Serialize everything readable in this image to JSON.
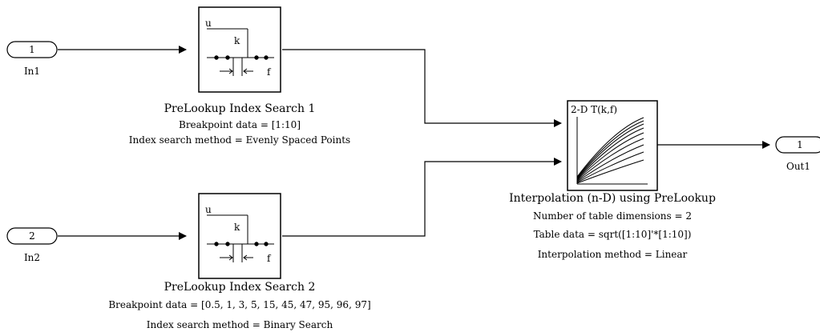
{
  "inports": [
    {
      "number": "1",
      "name": "In1"
    },
    {
      "number": "2",
      "name": "In2"
    }
  ],
  "outport": {
    "number": "1",
    "name": "Out1"
  },
  "prelookup1": {
    "ports": {
      "u": "u",
      "k": "k",
      "f": "f"
    },
    "title": "PreLookup Index Search 1",
    "params": [
      "Breakpoint data = [1:10]",
      "Index search method = Evenly Spaced Points"
    ]
  },
  "prelookup2": {
    "ports": {
      "u": "u",
      "k": "k",
      "f": "f"
    },
    "title": "PreLookup Index Search 2",
    "params": [
      "Breakpoint data = [0.5, 1, 3, 5, 15, 45, 47, 95, 96, 97]",
      "Index search method = Binary Search"
    ]
  },
  "interp": {
    "icon_label": "2-D T(k,f)",
    "title": "Interpolation (n-D) using PreLookup",
    "params": [
      "Number of table dimensions = 2",
      "Table data = sqrt([1:10]'*[1:10])",
      "Interpolation method = Linear"
    ]
  }
}
